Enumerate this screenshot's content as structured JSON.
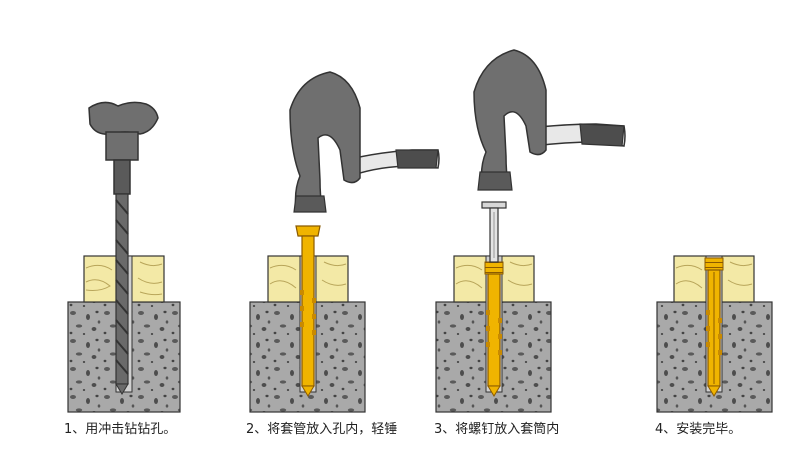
{
  "steps": [
    {
      "caption": "1、用冲击钻钻孔。"
    },
    {
      "caption": "2、将套管放入孔内，轻锤"
    },
    {
      "caption": "3、将螺钉放入套筒内"
    },
    {
      "caption": "4、安装完毕。"
    }
  ],
  "colors": {
    "concrete": "#a9a9a9",
    "concrete_spots": "#555555",
    "wood": "#f3e9a6",
    "wood_grain": "#b8a55a",
    "anchor": "#f0b400",
    "metal": "#777777",
    "metal_dark": "#4a4a4a",
    "outline": "#333333"
  },
  "icons": [
    "drill-icon",
    "hammer-icon",
    "screw-icon",
    "anchor-sleeve-icon"
  ]
}
